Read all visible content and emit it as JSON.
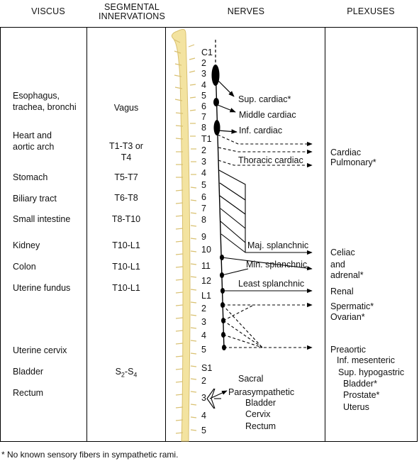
{
  "headers": {
    "viscus": "VISCUS",
    "segmental": "SEGMENTAL",
    "innervations": "INNERVATIONS",
    "nerves": "NERVES",
    "plexuses": "PLEXUSES"
  },
  "viscera": [
    "Esophagus,",
    "trachea, bronchi",
    "Heart and",
    "aortic arch",
    "Stomach",
    "Biliary tract",
    "Small intestine",
    "Kidney",
    "Colon",
    "Uterine fundus",
    "Uterine cervix",
    "Bladder",
    "Rectum"
  ],
  "segments": {
    "vagus": "Vagus",
    "heart_1": "T1-T3 or",
    "heart_2": "T4",
    "stomach": "T5-T7",
    "biliary": "T6-T8",
    "small_intestine": "T8-T10",
    "kidney": "T10-L1",
    "colon": "T10-L1",
    "uterine_fundus": "T10-L1",
    "bladder_rectum_base": "S",
    "bladder_rectum_sub1": "2",
    "bladder_rectum_dash": "-S",
    "bladder_rectum_sub2": "4"
  },
  "levels": {
    "c1": "C1",
    "c2": "2",
    "c3": "3",
    "c4": "4",
    "c5": "5",
    "c6": "6",
    "c7": "7",
    "c8": "8",
    "t1": "T1",
    "t2": "2",
    "t3": "3",
    "t4": "4",
    "t5": "5",
    "t6": "6",
    "t7": "7",
    "t8": "8",
    "t9": "9",
    "t10": "10",
    "t11": "11",
    "t12": "12",
    "l1": "L1",
    "l2": "2",
    "l3": "3",
    "l4": "4",
    "l5": "5",
    "s1": "S1",
    "s2": "2",
    "s3": "3",
    "s4": "4",
    "s5": "5"
  },
  "nerves": {
    "sup_cardiac": "Sup. cardiac*",
    "middle_cardiac": "Middle cardiac",
    "inf_cardiac": "Inf. cardiac",
    "thoracic_cardiac": "Thoracic cardiac",
    "maj_splanchnic": "Maj. splanchnic",
    "min_splanchnic": "Min. splanchnic",
    "least_splanchnic": "Least splanchnic",
    "sacral": "Sacral",
    "parasympathetic": "Parasympathetic",
    "bladder": "Bladder",
    "cervix": "Cervix",
    "rectum": "Rectum"
  },
  "plexuses": {
    "cardiac": "Cardiac",
    "pulmonary": "Pulmonary*",
    "celiac": "Celiac",
    "and_adrenal": "and adrenal*",
    "renal": "Renal",
    "spermatic": "Spermatic*",
    "ovarian": "Ovarian*",
    "preaortic": "Preaortic",
    "inf_mesenteric": "Inf. mesenteric",
    "sup_hypogastric": "Sup. hypogastric",
    "bladder": "Bladder*",
    "prostate": "Prostate*",
    "uterus": "Uterus"
  },
  "footnote": "* No known sensory fibers in sympathetic rami.",
  "colors": {
    "spine_fill": "#f3e3a0",
    "spine_stroke": "#d9c070",
    "line": "#000000"
  }
}
